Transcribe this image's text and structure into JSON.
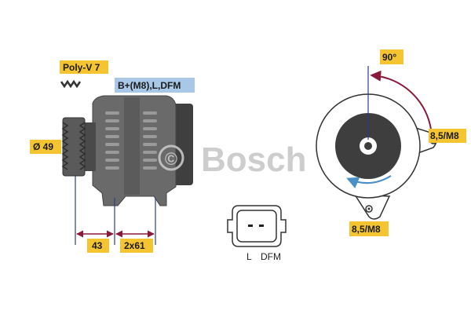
{
  "labels": {
    "belt": "Poly-V 7",
    "terminals": "B+(M8),L,DFM",
    "pulley_diameter": "Ø 49",
    "dim_offset": "43",
    "dim_mounting": "2x61",
    "angle": "90°",
    "mount_upper": "8,5/M8",
    "mount_lower": "8,5/M8",
    "plug_l": "L",
    "plug_dfm": "DFM"
  },
  "watermark": {
    "copyright": "©",
    "brand": "Bosch"
  },
  "colors": {
    "badge_yellow": "#f5c431",
    "badge_blue": "#a9c8e8",
    "dimension_line": "#8a1a3a",
    "arrow_blue": "#4a90c8",
    "body_dark": "#555555",
    "body_mid": "#6a6a6a",
    "watermark": "#c8c8c8"
  },
  "icons": [
    "pulley-icon",
    "connector-plug-icon",
    "rotation-arrow-icon"
  ]
}
